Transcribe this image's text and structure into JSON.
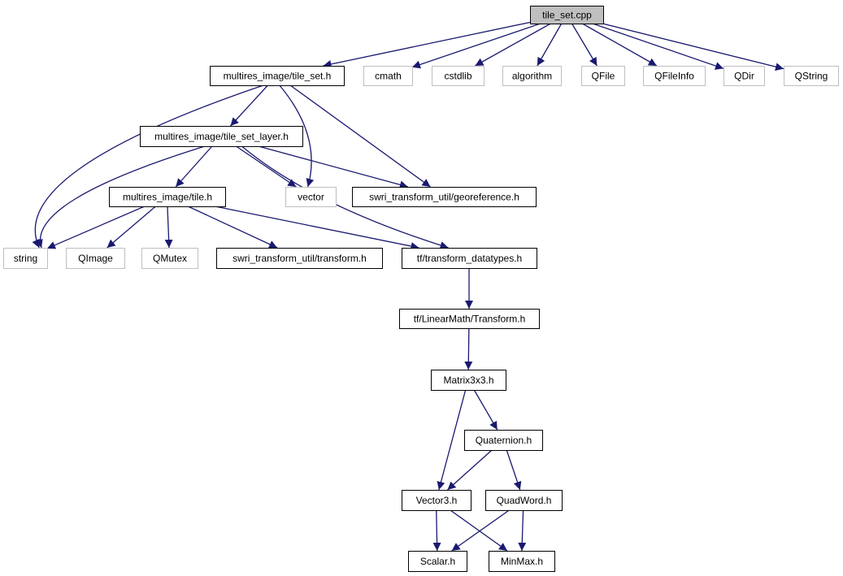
{
  "colors": {
    "edge": "#191970",
    "node_border_dark": "#000000",
    "node_border_light": "#bfbfbf",
    "root_fill": "#bfbfbf",
    "node_fill": "#ffffff"
  },
  "nodes": [
    {
      "id": "tile_set_cpp",
      "label": "tile_set.cpp",
      "style": "root"
    },
    {
      "id": "tile_set_h",
      "label": "multires_image/tile_set.h",
      "style": "documented"
    },
    {
      "id": "cmath",
      "label": "cmath",
      "style": "external"
    },
    {
      "id": "cstdlib",
      "label": "cstdlib",
      "style": "external"
    },
    {
      "id": "algorithm",
      "label": "algorithm",
      "style": "external"
    },
    {
      "id": "qfile",
      "label": "QFile",
      "style": "external"
    },
    {
      "id": "qfileinfo",
      "label": "QFileInfo",
      "style": "external"
    },
    {
      "id": "qdir",
      "label": "QDir",
      "style": "external"
    },
    {
      "id": "qstring",
      "label": "QString",
      "style": "external"
    },
    {
      "id": "tile_set_layer_h",
      "label": "multires_image/tile_set_layer.h",
      "style": "documented"
    },
    {
      "id": "vector",
      "label": "vector",
      "style": "external"
    },
    {
      "id": "georeference_h",
      "label": "swri_transform_util/georeference.h",
      "style": "documented"
    },
    {
      "id": "tile_h",
      "label": "multires_image/tile.h",
      "style": "documented"
    },
    {
      "id": "string",
      "label": "string",
      "style": "external"
    },
    {
      "id": "qimage",
      "label": "QImage",
      "style": "external"
    },
    {
      "id": "qmutex",
      "label": "QMutex",
      "style": "external"
    },
    {
      "id": "transform_h",
      "label": "swri_transform_util/transform.h",
      "style": "documented"
    },
    {
      "id": "transform_datatypes_h",
      "label": "tf/transform_datatypes.h",
      "style": "documented"
    },
    {
      "id": "linearmath_transform_h",
      "label": "tf/LinearMath/Transform.h",
      "style": "documented"
    },
    {
      "id": "matrix3x3_h",
      "label": "Matrix3x3.h",
      "style": "documented"
    },
    {
      "id": "quaternion_h",
      "label": "Quaternion.h",
      "style": "documented"
    },
    {
      "id": "vector3_h",
      "label": "Vector3.h",
      "style": "documented"
    },
    {
      "id": "quadword_h",
      "label": "QuadWord.h",
      "style": "documented"
    },
    {
      "id": "scalar_h",
      "label": "Scalar.h",
      "style": "documented"
    },
    {
      "id": "minmax_h",
      "label": "MinMax.h",
      "style": "documented"
    }
  ],
  "edges": [
    {
      "from": "tile_set_cpp",
      "to": "tile_set_h"
    },
    {
      "from": "tile_set_cpp",
      "to": "cmath"
    },
    {
      "from": "tile_set_cpp",
      "to": "cstdlib"
    },
    {
      "from": "tile_set_cpp",
      "to": "algorithm"
    },
    {
      "from": "tile_set_cpp",
      "to": "qfile"
    },
    {
      "from": "tile_set_cpp",
      "to": "qfileinfo"
    },
    {
      "from": "tile_set_cpp",
      "to": "qdir"
    },
    {
      "from": "tile_set_cpp",
      "to": "qstring"
    },
    {
      "from": "tile_set_h",
      "to": "tile_set_layer_h"
    },
    {
      "from": "tile_set_h",
      "to": "string"
    },
    {
      "from": "tile_set_h",
      "to": "vector"
    },
    {
      "from": "tile_set_h",
      "to": "georeference_h"
    },
    {
      "from": "tile_set_layer_h",
      "to": "tile_h"
    },
    {
      "from": "tile_set_layer_h",
      "to": "string"
    },
    {
      "from": "tile_set_layer_h",
      "to": "vector"
    },
    {
      "from": "tile_set_layer_h",
      "to": "georeference_h"
    },
    {
      "from": "tile_set_layer_h",
      "to": "transform_datatypes_h"
    },
    {
      "from": "tile_h",
      "to": "string"
    },
    {
      "from": "tile_h",
      "to": "qimage"
    },
    {
      "from": "tile_h",
      "to": "qmutex"
    },
    {
      "from": "tile_h",
      "to": "transform_h"
    },
    {
      "from": "tile_h",
      "to": "transform_datatypes_h"
    },
    {
      "from": "transform_datatypes_h",
      "to": "linearmath_transform_h"
    },
    {
      "from": "linearmath_transform_h",
      "to": "matrix3x3_h"
    },
    {
      "from": "matrix3x3_h",
      "to": "quaternion_h"
    },
    {
      "from": "matrix3x3_h",
      "to": "vector3_h"
    },
    {
      "from": "quaternion_h",
      "to": "vector3_h"
    },
    {
      "from": "quaternion_h",
      "to": "quadword_h"
    },
    {
      "from": "vector3_h",
      "to": "scalar_h"
    },
    {
      "from": "vector3_h",
      "to": "minmax_h"
    },
    {
      "from": "quadword_h",
      "to": "scalar_h"
    },
    {
      "from": "quadword_h",
      "to": "minmax_h"
    }
  ]
}
